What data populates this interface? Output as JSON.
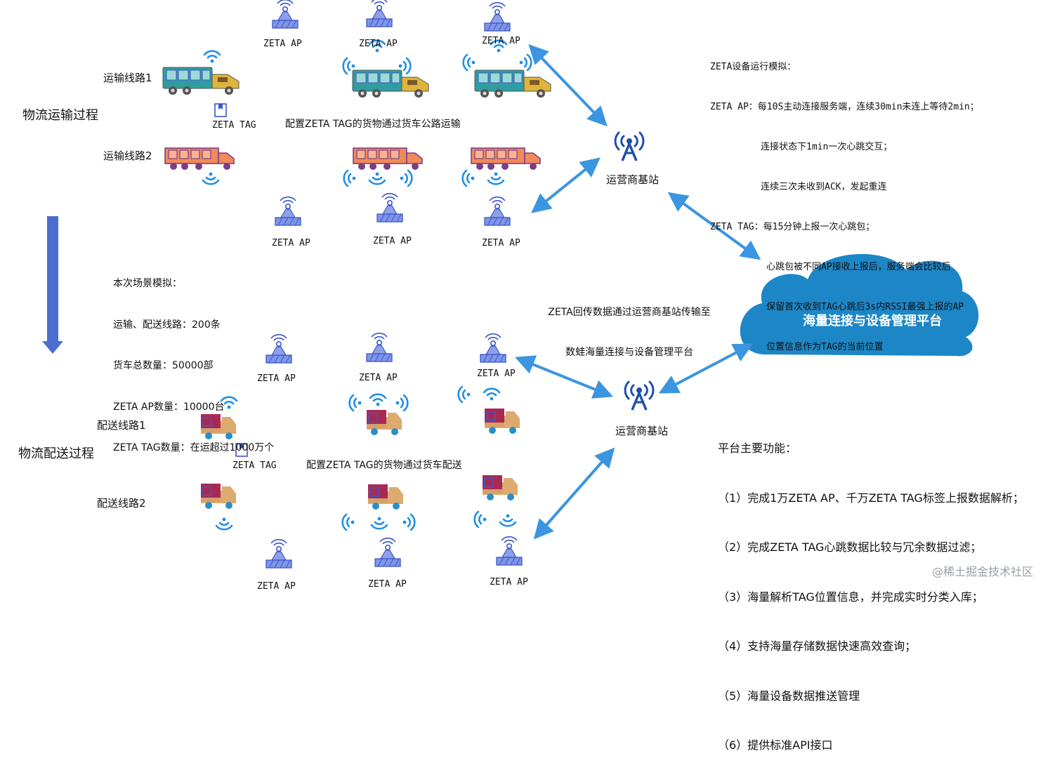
{
  "title": "",
  "colors": {
    "ap_tower": "#3d57c8",
    "ap_stripe": "#7f95e8",
    "signal_blue": "#1f8fe5",
    "arrow_blue": "#3b95e0",
    "cloud_blue": "#1d86c6",
    "down_arrow": "#4a6ecf",
    "truck_teal": "#2f9da0",
    "truck_yellow": "#e0b43a",
    "truck_orange": "#f08a5a",
    "truck_purple": "#7b3f86",
    "van_red": "#a82a52",
    "van_tan": "#dba567"
  },
  "sections": {
    "transport_title": "物流运输过程",
    "delivery_title": "物流配送过程"
  },
  "routes": {
    "transport_1": "运输线路1",
    "transport_2": "运输线路2",
    "delivery_1": "配送线路1",
    "delivery_2": "配送线路2"
  },
  "ap_label": "ZETA AP",
  "tag_label": "ZETA TAG",
  "captions": {
    "transport": "配置ZETA TAG的货物通过货车公路运输",
    "delivery": "配置ZETA TAG的货物通过货车配送"
  },
  "base_station_label": "运营商基站",
  "cloud_label": "海量连接与设备管理平台",
  "center_note": [
    "ZETA回传数据通过运营商基站传输至",
    "数蛙海量连接与设备管理平台"
  ],
  "simulation": {
    "title": "ZETA设备运行模拟：",
    "ap_prefix": "ZETA AP：",
    "ap_lines": [
      "每10S主动连接服务端，连续30min未连上等待2min；",
      "连接状态下1min一次心跳交互；",
      "连续三次未收到ACK，发起重连"
    ],
    "tag_prefix": "ZETA TAG：",
    "tag_lines": [
      "每15分钟上报一次心跳包；",
      "心跳包被不同AP接收上报后，服务端会比较后",
      "保留首次收到TAG心跳后3s内RSSI最强上报的AP",
      "位置信息作为TAG的当前位置"
    ]
  },
  "scenario": {
    "title": "本次场景模拟：",
    "lines": [
      "运输、配送线路：200条",
      "货车总数量：50000部",
      "ZETA AP数量：10000台",
      "ZETA TAG数量：在运超过1000万个"
    ]
  },
  "platform": {
    "title": "平台主要功能：",
    "items": [
      "（1）完成1万ZETA AP、千万ZETA TAG标签上报数据解析；",
      "（2）完成ZETA TAG心跳数据比较与冗余数据过滤；",
      "（3）海量解析TAG位置信息，并完成实时分类入库；",
      "（4）支持海量存储数据快速高效查询；",
      "（5）海量设备数据推送管理",
      "（6）提供标准API接口"
    ]
  },
  "watermark": "@稀土掘金技术社区"
}
